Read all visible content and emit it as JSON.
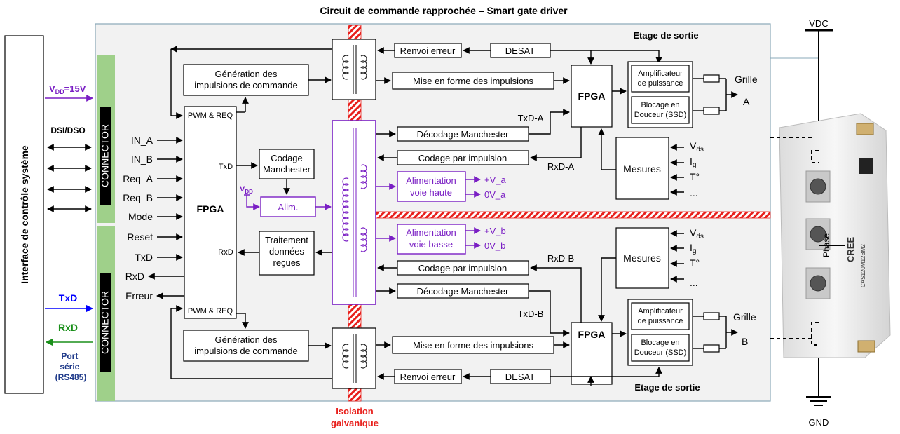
{
  "title": "Circuit de commande rapprochée – Smart gate driver",
  "left": {
    "system_interface": "Interface de contrôle système",
    "vdd": "V",
    "vdd_sub": "DD",
    "vdd_val": "=15V",
    "dsi": "DSI/DSO",
    "txd": "TxD",
    "rxd": "RxD",
    "port1": "Port",
    "port2": "série",
    "port3": "(RS485)",
    "connector": "CONNECTOR"
  },
  "fpga_main": {
    "label": "FPGA",
    "pins": [
      "IN_A",
      "IN_B",
      "Req_A",
      "Req_B",
      "Mode",
      "Reset",
      "TxD",
      "RxD",
      "Erreur"
    ],
    "pwm_top": "PWM & REQ",
    "pwm_bot": "PWM & REQ",
    "txd": "TxD",
    "rxd": "RxD"
  },
  "mid": {
    "codage1": "Codage",
    "codage2": "Manchester",
    "vdd": "V",
    "vdd_sub": "DD",
    "alim": "Alim.",
    "trait1": "Traitement",
    "trait2": "données",
    "trait3": "reçues",
    "gen1": "Génération des",
    "gen2": "impulsions de commande",
    "gen3": "Génération des",
    "gen4": "impulsions de commande"
  },
  "right": {
    "etage_top": "Etage de sortie",
    "etage_bot": "Etage de sortie",
    "renvoi_top": "Renvoi erreur",
    "renvoi_bot": "Renvoi erreur",
    "desat_top": "DESAT",
    "desat_bot": "DESAT",
    "mise_top": "Mise en forme des impulsions",
    "mise_bot": "Mise en forme des impulsions",
    "decod_top": "Décodage Manchester",
    "decod_bot": "Décodage Manchester",
    "codage_top": "Codage par impulsion",
    "codage_bot": "Codage par impulsion",
    "alim_h1": "Alimentation",
    "alim_h2": "voie haute",
    "alim_b1": "Alimentation",
    "alim_b2": "voie basse",
    "vpa": "+V_a",
    "v0a": "0V_a",
    "vpb": "+V_b",
    "v0b": "0V_b",
    "fpga_a": "FPGA",
    "fpga_b": "FPGA",
    "txda": "TxD-A",
    "rxda": "RxD-A",
    "rxdb": "RxD-B",
    "txdb": "TxD-B",
    "ampli1": "Amplificateur",
    "ampli2": "de puissance",
    "ampli3": "Amplificateur",
    "ampli4": "de puissance",
    "bloc1": "Blocage en",
    "bloc2": "Douceur (SSD)",
    "bloc3": "Blocage en",
    "bloc4": "Douceur (SSD)",
    "grille_a": "Grille",
    "a": "A",
    "grille_b": "Grille",
    "b": "B",
    "mesures_top": "Mesures",
    "mesures_bot": "Mesures",
    "meas": [
      "V",
      "I",
      "T°",
      "..."
    ],
    "meas_sub": [
      "ds",
      "g"
    ],
    "isolation1": "Isolation",
    "isolation2": "galvanique"
  },
  "module": {
    "vdc": "VDC",
    "gnd": "GND",
    "phase": "Phase",
    "cree": "CREE",
    "part": "CAS120M12BM2"
  },
  "colors": {
    "panel": "#f2f2f2",
    "connector": "#9fd08a",
    "purple": "#7a1fc4",
    "isolation": "#e8201c",
    "txd_blue": "#0000ff",
    "rxd_green": "#1a8f1a",
    "port_blue": "#1f3a8a"
  }
}
